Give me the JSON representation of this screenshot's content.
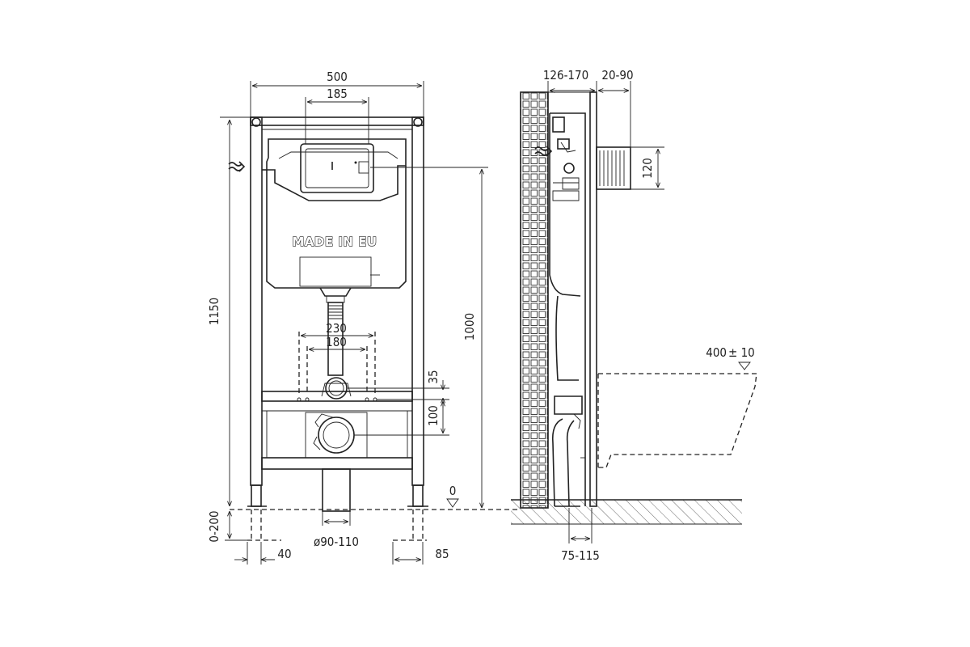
{
  "front_view": {
    "width_dim": "500",
    "panel_width_dim": "185",
    "height_dim": "1150",
    "flush_height_dim": "1000",
    "bolt_outer_dim": "230",
    "bolt_inner_dim": "180",
    "inlet_offset_dim": "35",
    "outlet_offset_dim": "100",
    "zero_mark": "0",
    "leg_extension_dim": "0-200",
    "foot_offset_dim": "40",
    "drain_diameter_dim": "ø90-110",
    "foot_depth_dim": "85",
    "stamp_text": "MADE IN EU"
  },
  "side_view": {
    "wall_depth_dim": "126-170",
    "panel_depth_dim": "20-90",
    "inlet_size_dim": "120",
    "bowl_height_dim": "400",
    "bowl_tolerance_dim": "± 10",
    "drain_depth_dim": "75-115"
  }
}
